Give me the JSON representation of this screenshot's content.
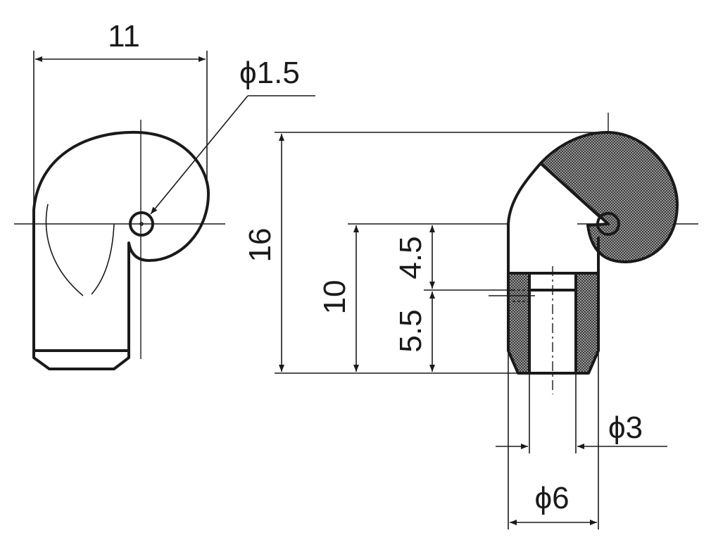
{
  "dimensions": {
    "left_width": "11",
    "hole_diameter": "ϕ1.5",
    "total_height": "16",
    "lower_height": "10",
    "upper_segment": "4.5",
    "lower_segment": "5.5",
    "bore_diameter": "ϕ3",
    "outer_diameter": "ϕ6"
  },
  "colors": {
    "line": "#1a1a1a",
    "hatch": "#8a8a8a",
    "background": "#ffffff"
  }
}
